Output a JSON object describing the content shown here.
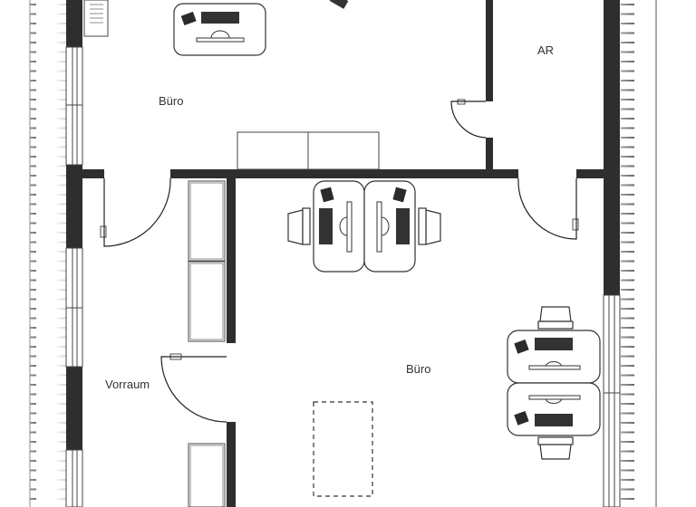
{
  "floorplan": {
    "colors": {
      "wall": "#2e2e2e",
      "line": "#333333",
      "background": "#ffffff",
      "roof_hatch": "#9a9a9a"
    },
    "rooms": [
      {
        "id": "buero-top",
        "label": "Büro"
      },
      {
        "id": "ar",
        "label": "AR"
      },
      {
        "id": "vorraum",
        "label": "Vorraum"
      },
      {
        "id": "buero-main",
        "label": "Büro"
      }
    ],
    "furniture": {
      "workstations": 5,
      "chairs": 4,
      "cabinets": 5,
      "table_outline": "dashed-table"
    },
    "doors": 4
  }
}
